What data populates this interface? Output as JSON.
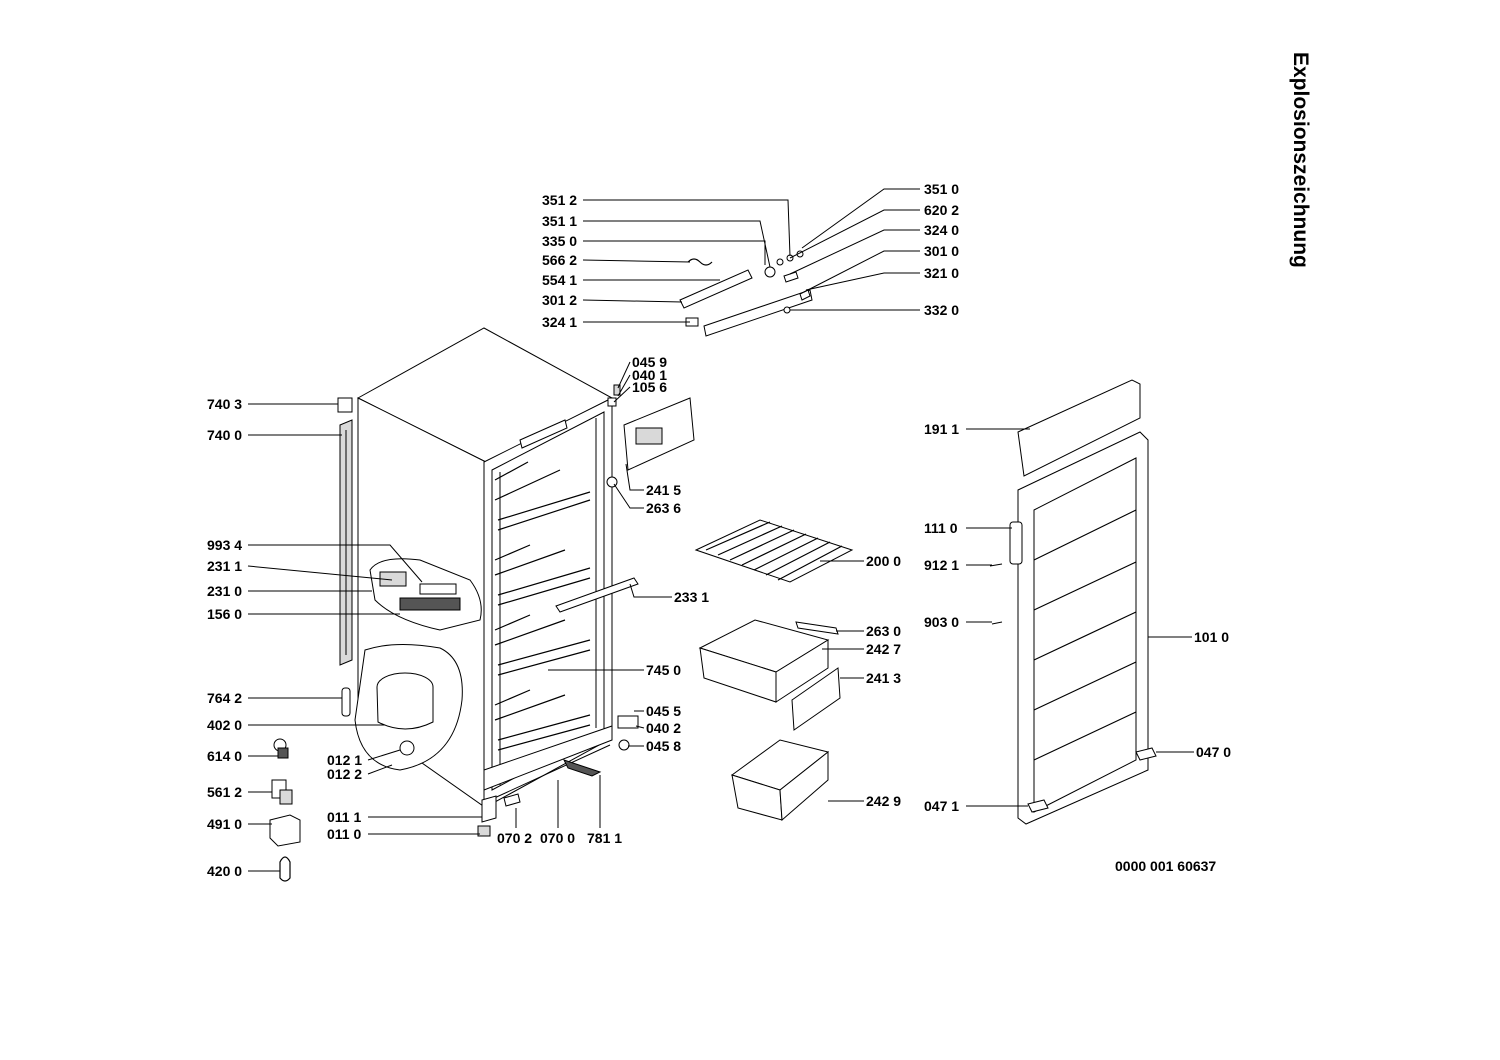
{
  "title": "Explosionszeichnung",
  "drawing_number": "0000 001 60637",
  "part_numbers": [
    "351 2",
    "351 1",
    "335 0",
    "566 2",
    "554 1",
    "301 2",
    "324 1",
    "351 0",
    "620 2",
    "324 0",
    "301 0",
    "321 0",
    "332 0",
    "045 9",
    "040 1",
    "105 6",
    "241 5",
    "263 6",
    "740 3",
    "740 0",
    "993 4",
    "231 1",
    "231 0",
    "156 0",
    "764 2",
    "402 0",
    "614 0",
    "012 1",
    "012 2",
    "561 2",
    "011 1",
    "011 0",
    "491 0",
    "420 0",
    "070 2",
    "070 0",
    "781 1",
    "233 1",
    "745 0",
    "045 5",
    "040 2",
    "045 8",
    "200 0",
    "263 0",
    "242 7",
    "241 3",
    "242 9",
    "191 1",
    "111 0",
    "912 1",
    "903 0",
    "101 0",
    "047 0",
    "047 1"
  ]
}
